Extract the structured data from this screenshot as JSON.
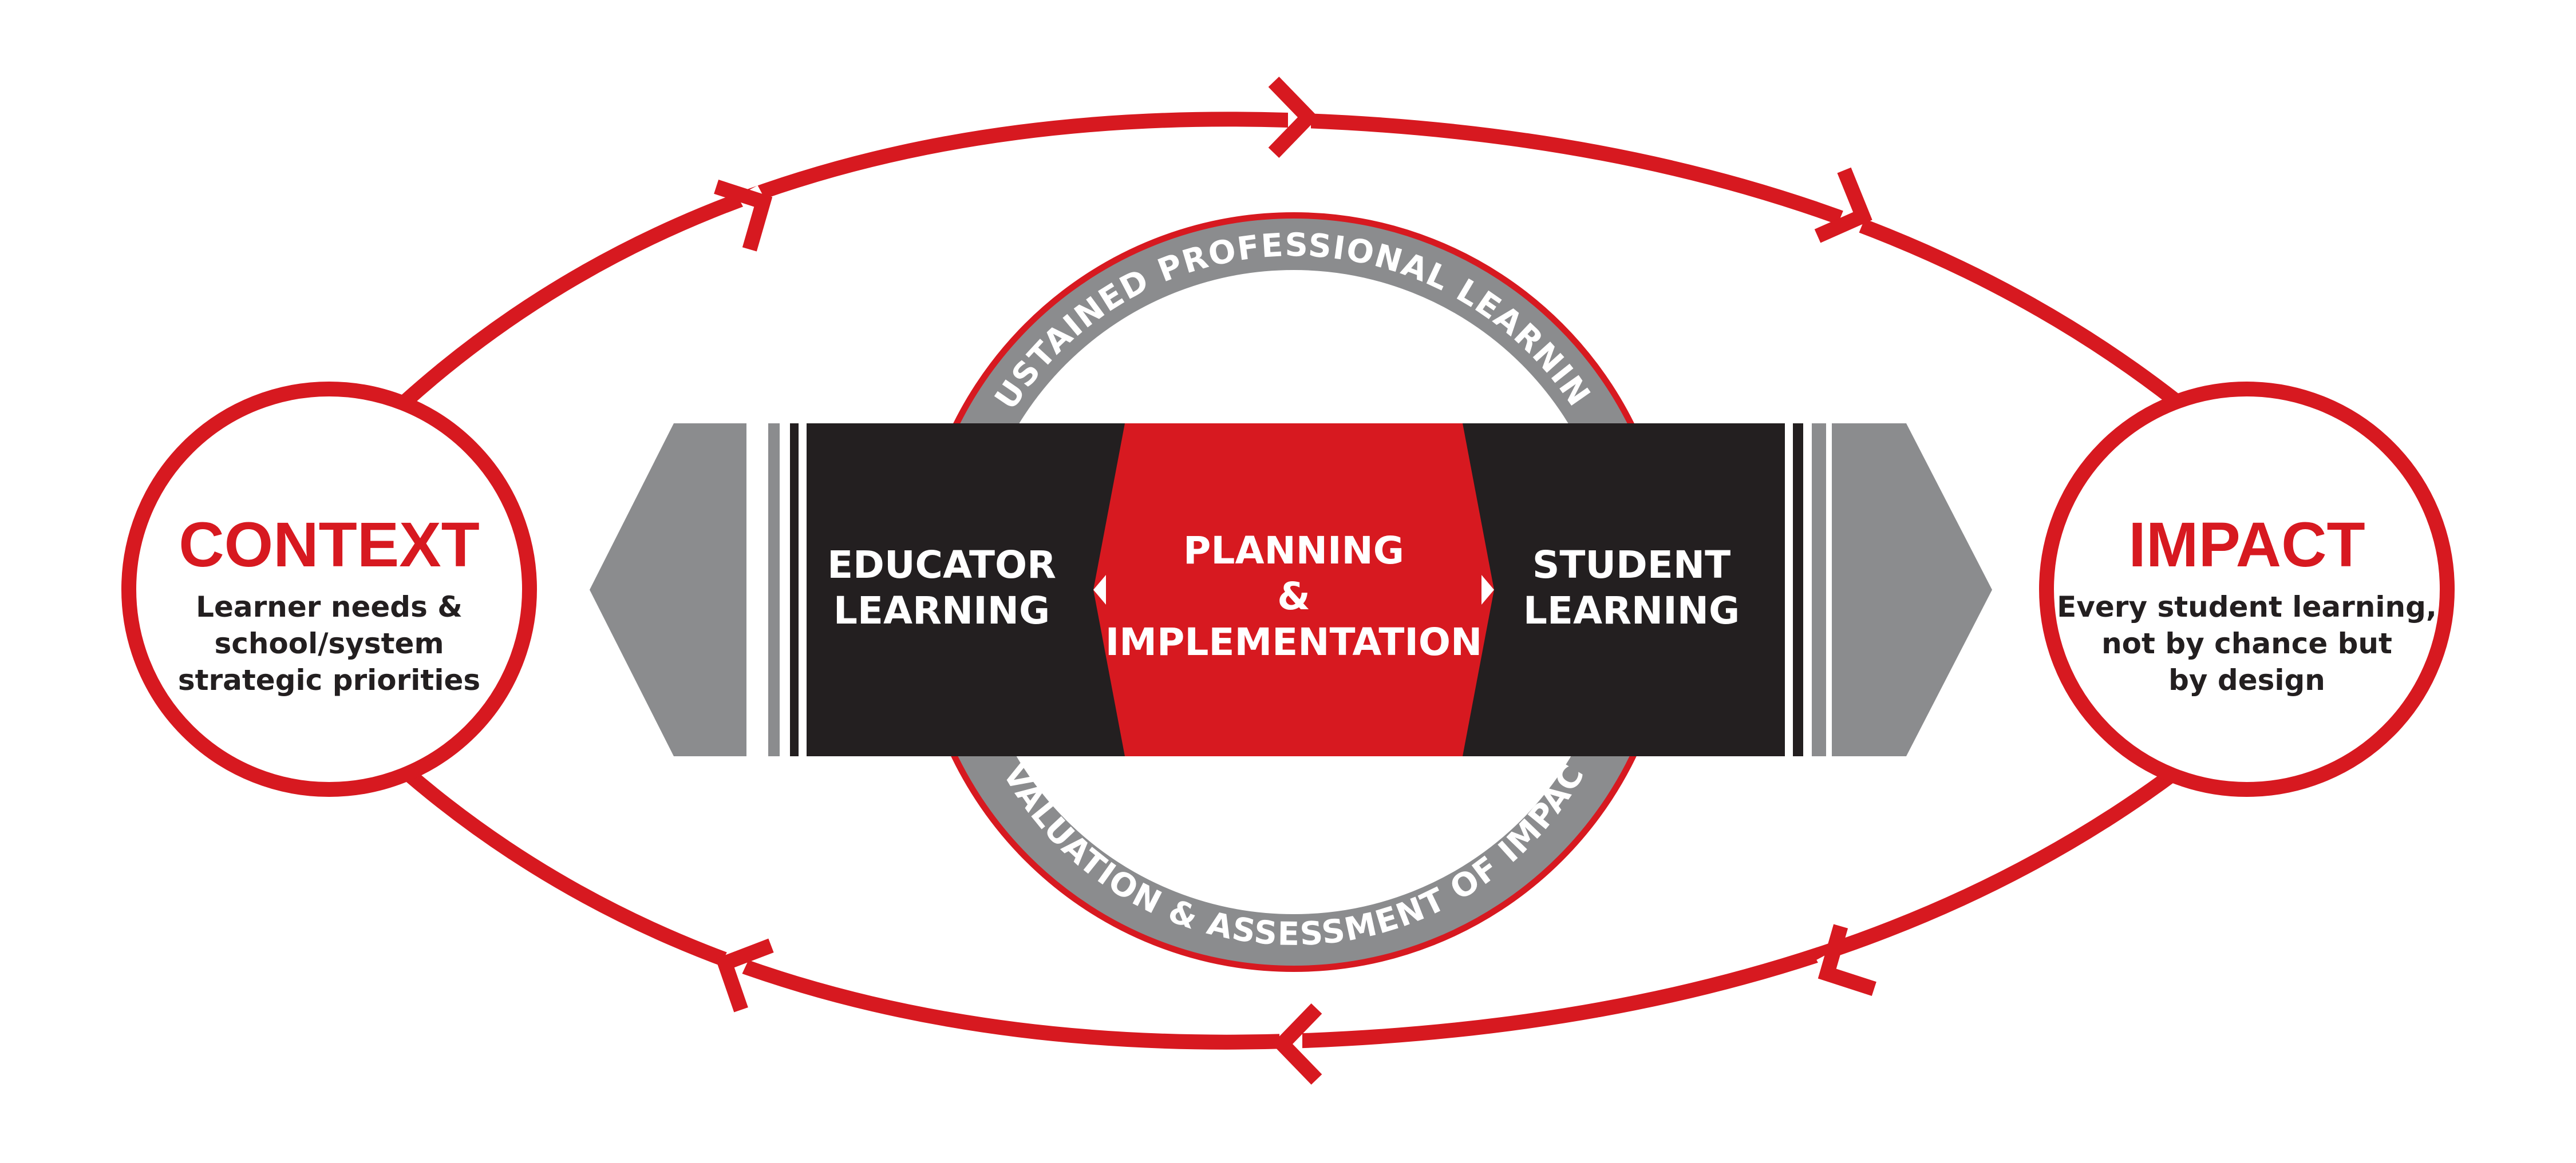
{
  "colors": {
    "red": "#d71920",
    "black": "#231f20",
    "gray": "#8b8c8e",
    "white": "#ffffff"
  },
  "context": {
    "title": "CONTEXT",
    "lines": [
      "Learner needs &",
      "school/system",
      "strategic priorities"
    ]
  },
  "impact": {
    "title": "IMPACT",
    "lines": [
      "Every student learning,",
      "not by chance but",
      "by design"
    ]
  },
  "center": {
    "educator": [
      "EDUCATOR",
      "LEARNING"
    ],
    "planning": [
      "PLANNING",
      "&",
      "IMPLEMENTATION"
    ],
    "student": [
      "STUDENT",
      "LEARNING"
    ]
  },
  "ring": {
    "top": "SUSTAINED PROFESSIONAL LEARNING",
    "bottom": "EVALUATION & ASSESSMENT OF IMPACT"
  },
  "icons": {
    "cycle_arrows": "chevron-arrow-icon"
  }
}
